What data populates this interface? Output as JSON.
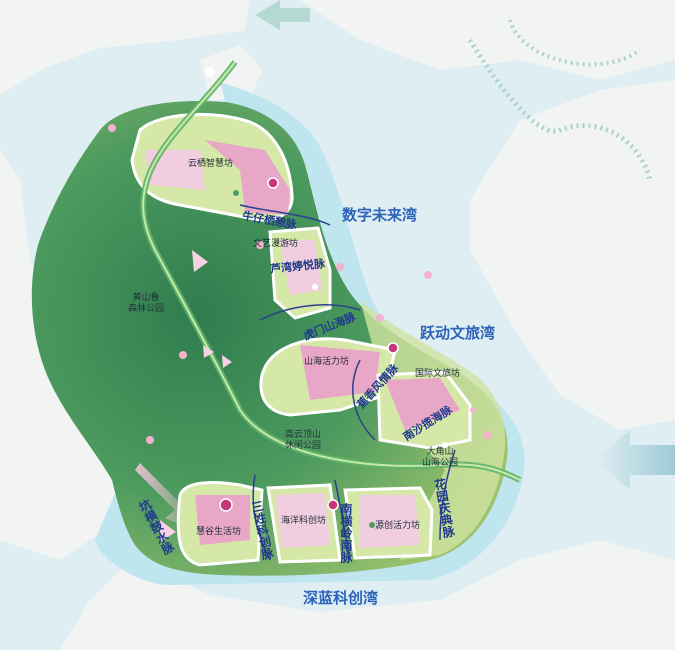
{
  "bays": {
    "digital_future": "数字未来湾",
    "active_culture_tourism": "跃动文旅湾",
    "deep_blue_tech": "深蓝科创湾"
  },
  "workshops": {
    "yunqi": "云栖智慧坊",
    "wenyi": "文艺漫游坊",
    "shanhai": "山海活力坊",
    "guoji": "国际文旅坊",
    "huigu": "慧谷生活坊",
    "haiyang": "海洋科创坊",
    "yuanchuang": "源创活力坊"
  },
  "veins": {
    "niuzai": "牛仔栖憩脉",
    "luwan": "芦湾婷悦脉",
    "humen": "虎门山海脉",
    "jiaoxiang": "蕉香风情脉",
    "nansha": "南沙揽海脉",
    "sansheng": "三姓科创脉",
    "nanheng": "南横岭南脉",
    "huayuan": "花园庆典脉",
    "jingmai": "坑横鼓水脉"
  },
  "parks": {
    "huangshanlu": "黄山鲁\n森林公园",
    "gaoyunding": "高云顶山\n休闲公园",
    "dajiaoshan": "大角山\n山海公园"
  },
  "colors": {
    "water": "#dfeef3",
    "land": "#f2f4f4",
    "river_channel": "#bfe5ef",
    "green_dark": "#3f8e5b",
    "green_light": "#c8dc86",
    "pink": "#e9a7c8",
    "magenta": "#c7357d",
    "label_blue": "#2c63b8"
  }
}
